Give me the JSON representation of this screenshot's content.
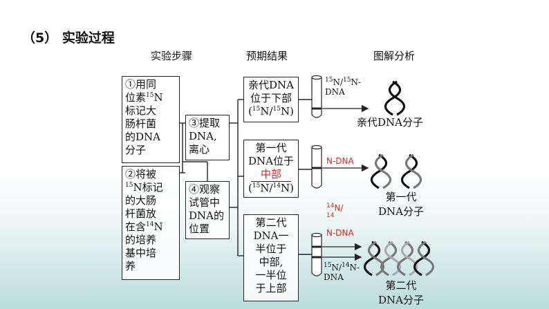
{
  "title": "（5） 实验过程",
  "headers": {
    "steps": "实验步骤",
    "results": "预期结果",
    "analysis": "图解分析"
  },
  "step1": {
    "l1": "①用同",
    "l2a": "位素",
    "l2sup": "15",
    "l2b": "N",
    "l3": "标记大",
    "l4": "肠杆菌",
    "l5": "的DNA",
    "l6": "分子"
  },
  "step2": {
    "l1": "②将被",
    "l2sup": "15",
    "l2": "N标记",
    "l3": "的大肠",
    "l4": "杆菌放",
    "l5a": "在含",
    "l5sup": "14",
    "l5b": "N",
    "l6": "的培养",
    "l7": "基中培",
    "l8": "养"
  },
  "step3": {
    "l1": "③提取",
    "l2": "DNA,",
    "l3": "离心"
  },
  "step4": {
    "l1": "④观察",
    "l2": "试管中",
    "l3": "DNA的",
    "l4": "位置"
  },
  "result1": {
    "l1": "亲代DNA",
    "l2": "位于下部",
    "l3a": "(",
    "l3sup1": "15",
    "l3b": "N/",
    "l3sup2": "15",
    "l3c": "N)"
  },
  "result2": {
    "l1": "第一代",
    "l2": "DNA位于",
    "l3": "中部",
    "l4a": "(",
    "l4sup1": "15",
    "l4b": "N/",
    "l4sup2": "14",
    "l4c": "N)"
  },
  "result3": {
    "l1": "第二代",
    "l2": "DNA一",
    "l3": "半位于",
    "l4": "中部,",
    "l5": "一半位",
    "l6": "于上部"
  },
  "tube_labels": {
    "t1a_sup": "15",
    "t1a": "N/",
    "t1b_sup": "15",
    "t1b": "N-",
    "t1c": "DNA",
    "t2": "N-DNA",
    "t3a_sup": "14",
    "t3a": "N/",
    "t3b_sup": "14",
    "t3c": "N-DNA",
    "t4a_sup": "15",
    "t4a": "N/",
    "t4b_sup": "14",
    "t4b": "N-",
    "t4c": "DNA"
  },
  "analysis": {
    "parent": "亲代DNA分子",
    "gen1a": "第一代",
    "gen1b": "DNA分子",
    "gen2a": "第二代",
    "gen2b": "DNA分子"
  },
  "colors": {
    "red": "#d8262b",
    "line": "#222222"
  }
}
